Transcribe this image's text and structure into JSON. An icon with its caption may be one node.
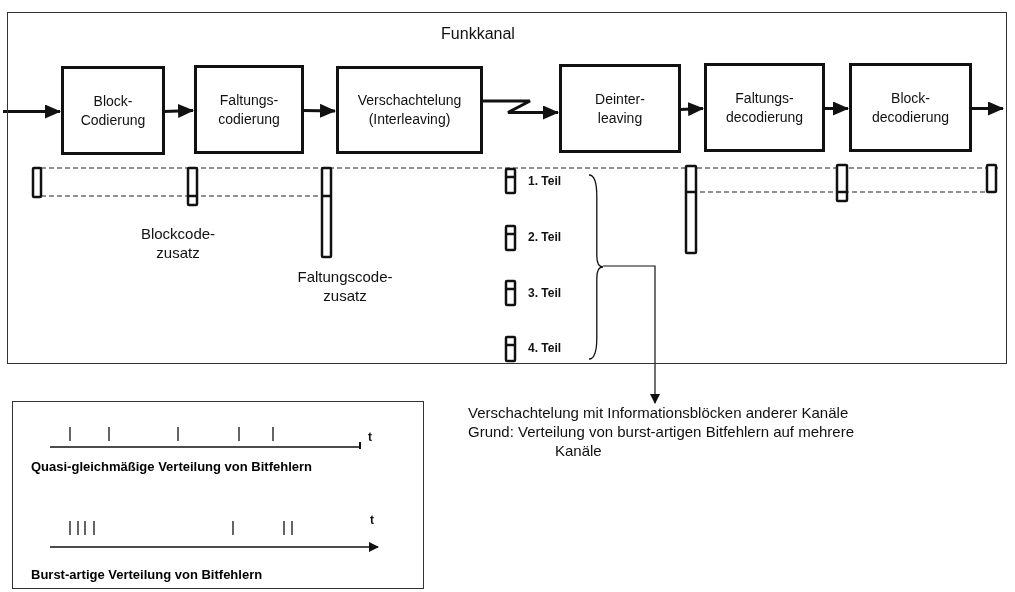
{
  "diagram": {
    "nodes": [
      {
        "text": [
          "Funkkanal"
        ]
      },
      {
        "text": [
          "Block- Codierung"
        ],
        "in": 0
      },
      {
        "text": [
          "Faltungs- codierung"
        ],
        "in": 0
      },
      {
        "text": [
          "Verschachtelung (Interleaving)"
        ],
        "in": 0
      },
      {
        "text": [
          "Deinter- leaving"
        ],
        "in": 0
      },
      {
        "text": [
          "Faltungs- decodierung"
        ],
        "in": 0
      },
      {
        "text": [
          "Block- decodierung"
        ],
        "in": 0
      },
      {
        "text": [],
        "shape": "brace",
        "in": 0
      },
      {
        "text": [
          "Verschachtelung mit Informationsblöcken anderer Kanäle",
          "Grund: Verteilung von burst-artigen Bitfehlern auf mehrere Kanäle"
        ]
      },
      {
        "text": [
          "Quasi-gleichmäßige Verteilung von Bitfehlern",
          "Burst-artige Verteilung von Bitfehlern"
        ]
      }
    ],
    "edges": [
      {
        "from": null,
        "to": 1,
        "arrow": "to"
      },
      {
        "from": 1,
        "to": 2,
        "arrow": "to"
      },
      {
        "from": 2,
        "to": 3,
        "arrow": "to"
      },
      {
        "from": 3,
        "to": 4,
        "arrow": "to"
      },
      {
        "from": 4,
        "to": 5,
        "arrow": "to"
      },
      {
        "from": 5,
        "to": 6,
        "arrow": "to"
      },
      {
        "from": 6,
        "to": null,
        "arrow": "to"
      },
      {
        "from": 7,
        "to": 8,
        "arrow": "to"
      }
    ],
    "labels": [
      "Blockcode- zusatz",
      "Faltungscode- zusatz",
      "1. Teil",
      "2. Teil",
      "3. Teil",
      "4. Teil",
      "t",
      "t"
    ]
  }
}
